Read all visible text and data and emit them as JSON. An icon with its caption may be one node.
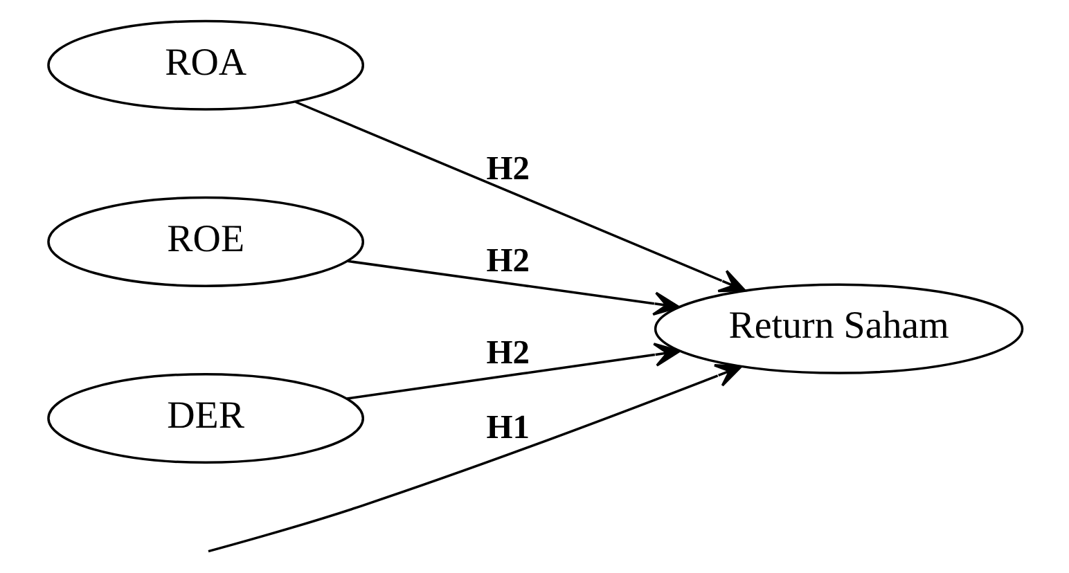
{
  "diagram": {
    "nodes": [
      {
        "text": [
          "ROA"
        ]
      },
      {
        "text": [
          "ROE"
        ]
      },
      {
        "text": [
          "DER"
        ]
      },
      {
        "text": [
          "Return Saham"
        ]
      }
    ],
    "edges": [
      {
        "from": 0,
        "to": 3,
        "arrow": "to",
        "label": "H2"
      },
      {
        "from": 1,
        "to": 3,
        "arrow": "to",
        "label": "H2"
      },
      {
        "from": 2,
        "to": 3,
        "arrow": "to",
        "label": "H2"
      },
      {
        "from": null,
        "to": 3,
        "arrow": "to",
        "label": "H1"
      }
    ]
  }
}
